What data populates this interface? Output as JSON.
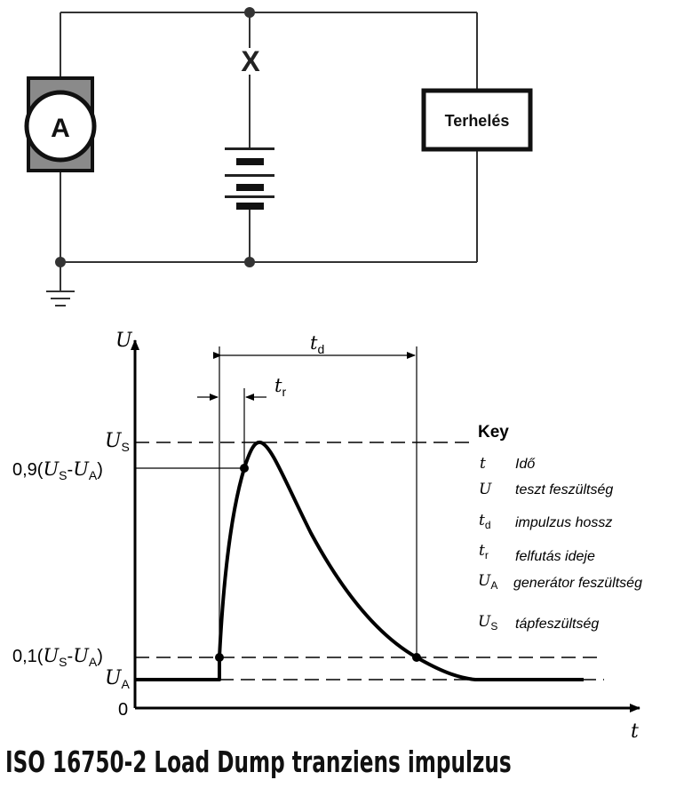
{
  "circuit": {
    "ammeter_label": "A",
    "switch_label": "X",
    "load_label": "Terhelés"
  },
  "graph": {
    "y_axis_label": "U",
    "x_axis_label": "t",
    "origin_label": "0",
    "td_label": {
      "main": "t",
      "sub": "d"
    },
    "tr_label": {
      "main": "t",
      "sub": "r"
    },
    "us_label": {
      "main": "U",
      "sub": "S"
    },
    "ua_label": {
      "main": "U",
      "sub": "A"
    },
    "level_09": {
      "prefix": "0,9(",
      "u1": "U",
      "s1": "S",
      "dash": "-",
      "u2": "U",
      "s2": "A",
      "suffix": ")"
    },
    "level_01": {
      "prefix": "0,1(",
      "u1": "U",
      "s1": "S",
      "dash": "-",
      "u2": "U",
      "s2": "A",
      "suffix": ")"
    }
  },
  "key": {
    "title": "Key",
    "items": [
      {
        "sym": "t",
        "sub": "",
        "desc": "Idő"
      },
      {
        "sym": "U",
        "sub": "",
        "desc": "teszt feszültség"
      },
      {
        "sym": "t",
        "sub": "d",
        "desc": "impulzus hossz"
      },
      {
        "sym": "t",
        "sub": "r",
        "desc": "felfutás ideje"
      },
      {
        "sym": "U",
        "sub": "A",
        "desc": "generátor feszültség"
      },
      {
        "sym": "U",
        "sub": "S",
        "desc": "tápfeszültség"
      }
    ]
  },
  "caption": "ISO 16750-2 Load Dump tranziens impulzus"
}
